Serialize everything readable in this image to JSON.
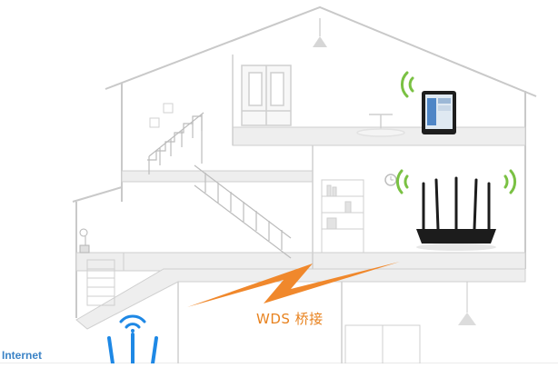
{
  "labels": {
    "wds_bridge": "WDS 桥接",
    "internet": "Internet"
  },
  "colors": {
    "house_line": "#c9c9c9",
    "floor_fill": "#eeeeee",
    "bridge_bolt": "#f0882c",
    "wifi_green": "#7ac143",
    "wifi_blue": "#1e88e5",
    "router_body": "#1c1c1c"
  },
  "devices": [
    {
      "name": "tablet",
      "signal": "wifi-green"
    },
    {
      "name": "router-upstairs",
      "signal": "wifi-green"
    },
    {
      "name": "router-downstairs",
      "signal": "wifi-blue"
    }
  ]
}
